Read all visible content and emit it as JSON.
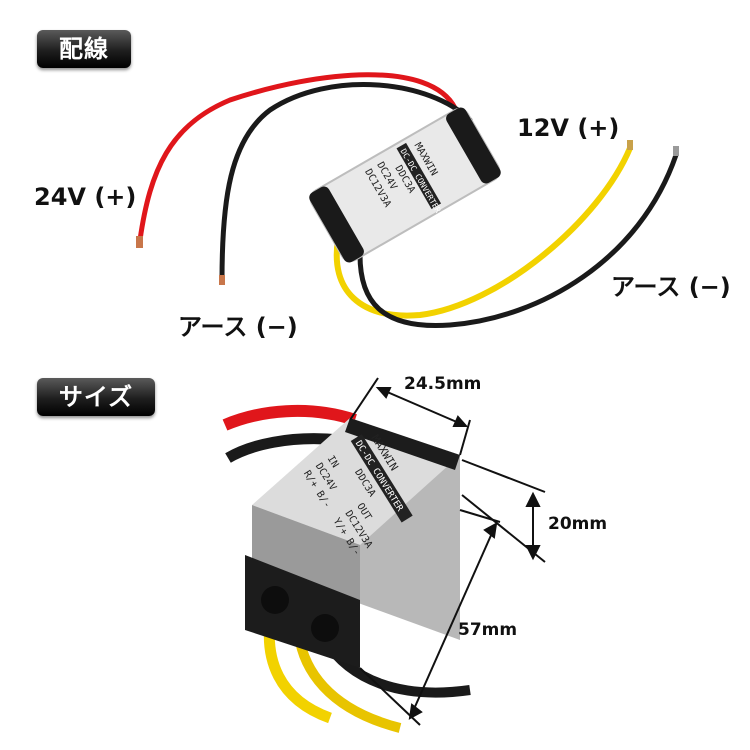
{
  "sections": {
    "wiring": {
      "title": "配線"
    },
    "size": {
      "title": "サイズ"
    }
  },
  "wiring": {
    "input_positive": "24V (+)",
    "input_ground": "アース (−)",
    "output_positive": "12V (+)",
    "output_ground": "アース (−)"
  },
  "device": {
    "brand": "MAXWIN",
    "product": "DC-DC CONVERTER",
    "model": "DDC3A",
    "in_label": "IN",
    "in_voltage": "DC24V",
    "in_wires": "R/+ B/-",
    "out_label": "OUT",
    "out_spec": "DC12V3A",
    "out_wires": "Y/+ B/-"
  },
  "dimensions": {
    "width": "24.5mm",
    "height": "20mm",
    "length": "57mm"
  },
  "colors": {
    "wire_red": "#e0161b",
    "wire_black": "#1a1a1a",
    "wire_yellow": "#f2d200",
    "badge": "#1e1e1e"
  }
}
